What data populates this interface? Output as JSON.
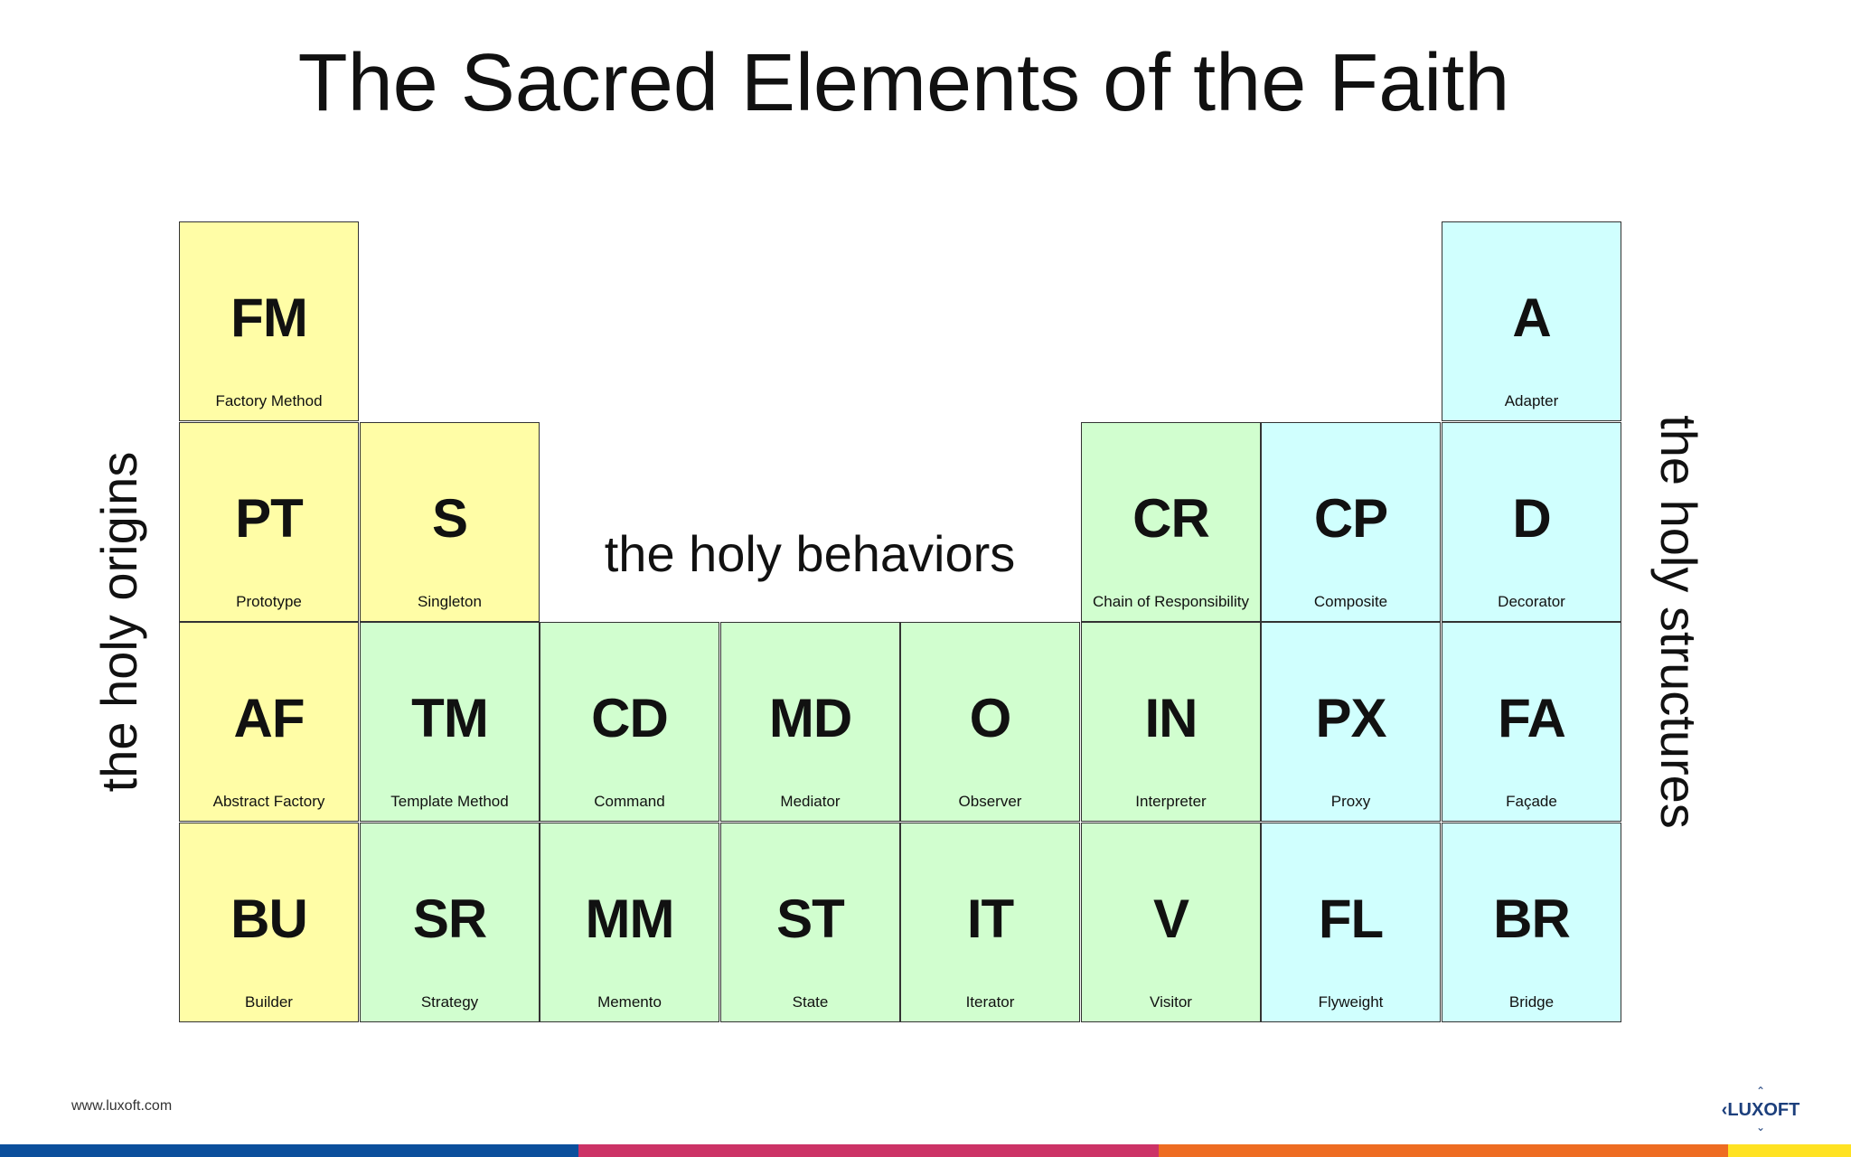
{
  "title": "The Sacred Elements of the Faith",
  "labels": {
    "origins": "the holy origins",
    "behaviors": "the holy behaviors",
    "structures": "the holy structures"
  },
  "colors": {
    "origins": "#fffda6",
    "behaviors": "#d1fecf",
    "structures": "#d0fffe",
    "bar": [
      "#0b4f9c",
      "#cc3366",
      "#ee6c22",
      "#ffe222"
    ]
  },
  "cells": [
    {
      "sym": "FM",
      "name": "Factory Method",
      "cat": "origins",
      "row": 0,
      "col": 0
    },
    {
      "sym": "A",
      "name": "Adapter",
      "cat": "structures",
      "row": 0,
      "col": 7
    },
    {
      "sym": "PT",
      "name": "Prototype",
      "cat": "origins",
      "row": 1,
      "col": 0
    },
    {
      "sym": "S",
      "name": "Singleton",
      "cat": "origins",
      "row": 1,
      "col": 1
    },
    {
      "sym": "CR",
      "name": "Chain of Responsibility",
      "cat": "behaviors",
      "row": 1,
      "col": 5
    },
    {
      "sym": "CP",
      "name": "Composite",
      "cat": "structures",
      "row": 1,
      "col": 6
    },
    {
      "sym": "D",
      "name": "Decorator",
      "cat": "structures",
      "row": 1,
      "col": 7
    },
    {
      "sym": "AF",
      "name": "Abstract Factory",
      "cat": "origins",
      "row": 2,
      "col": 0
    },
    {
      "sym": "TM",
      "name": "Template Method",
      "cat": "behaviors",
      "row": 2,
      "col": 1
    },
    {
      "sym": "CD",
      "name": "Command",
      "cat": "behaviors",
      "row": 2,
      "col": 2
    },
    {
      "sym": "MD",
      "name": "Mediator",
      "cat": "behaviors",
      "row": 2,
      "col": 3
    },
    {
      "sym": "O",
      "name": "Observer",
      "cat": "behaviors",
      "row": 2,
      "col": 4
    },
    {
      "sym": "IN",
      "name": "Interpreter",
      "cat": "behaviors",
      "row": 2,
      "col": 5
    },
    {
      "sym": "PX",
      "name": "Proxy",
      "cat": "structures",
      "row": 2,
      "col": 6
    },
    {
      "sym": "FA",
      "name": "Façade",
      "cat": "structures",
      "row": 2,
      "col": 7
    },
    {
      "sym": "BU",
      "name": "Builder",
      "cat": "origins",
      "row": 3,
      "col": 0
    },
    {
      "sym": "SR",
      "name": "Strategy",
      "cat": "behaviors",
      "row": 3,
      "col": 1
    },
    {
      "sym": "MM",
      "name": "Memento",
      "cat": "behaviors",
      "row": 3,
      "col": 2
    },
    {
      "sym": "ST",
      "name": "State",
      "cat": "behaviors",
      "row": 3,
      "col": 3
    },
    {
      "sym": "IT",
      "name": "Iterator",
      "cat": "behaviors",
      "row": 3,
      "col": 4
    },
    {
      "sym": "V",
      "name": "Visitor",
      "cat": "behaviors",
      "row": 3,
      "col": 5
    },
    {
      "sym": "FL",
      "name": "Flyweight",
      "cat": "structures",
      "row": 3,
      "col": 6
    },
    {
      "sym": "BR",
      "name": "Bridge",
      "cat": "structures",
      "row": 3,
      "col": 7
    }
  ],
  "footer": {
    "url": "www.luxoft.com",
    "logo": "LUXOFT"
  }
}
